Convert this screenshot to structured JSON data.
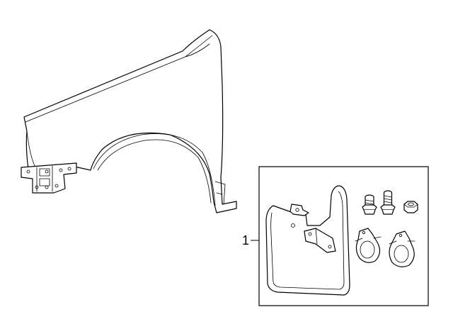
{
  "callouts": [
    {
      "label": "1"
    }
  ],
  "icons": {
    "fender": "front-fender-panel",
    "mudflap": "splash-guard",
    "bolt": "bolt",
    "nut": "hex-nut",
    "clamp": "retaining-clip"
  }
}
